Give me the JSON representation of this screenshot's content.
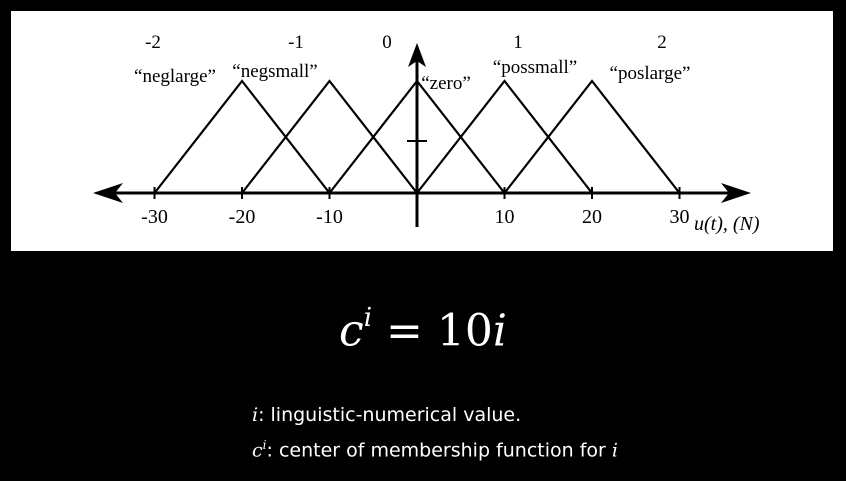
{
  "figure": {
    "axis_label": "u(t), (N)",
    "tick_labels": [
      "-30",
      "-20",
      "-10",
      "10",
      "20",
      "30"
    ],
    "tick_values": [
      -30,
      -20,
      -10,
      10,
      20,
      30
    ],
    "memberships": [
      {
        "index": "-2",
        "name": "“neglarge”",
        "center": -20
      },
      {
        "index": "-1",
        "name": "“negsmall”",
        "center": -10
      },
      {
        "index": "0",
        "name": "“zero”",
        "center": 0
      },
      {
        "index": "1",
        "name": "“possmall”",
        "center": 10
      },
      {
        "index": "2",
        "name": "“poslarge”",
        "center": 20
      }
    ],
    "half_width": 10
  },
  "formula": {
    "c": "c",
    "sup": "i",
    "rhs": " = 10",
    "rhs_var": "i"
  },
  "definitions": {
    "line1_var": "i",
    "line1_text": ": linguistic-numerical value.",
    "line2_var": "c",
    "line2_sup": "i",
    "line2_text": ": center of membership function for ",
    "line2_tail_var": "i"
  }
}
